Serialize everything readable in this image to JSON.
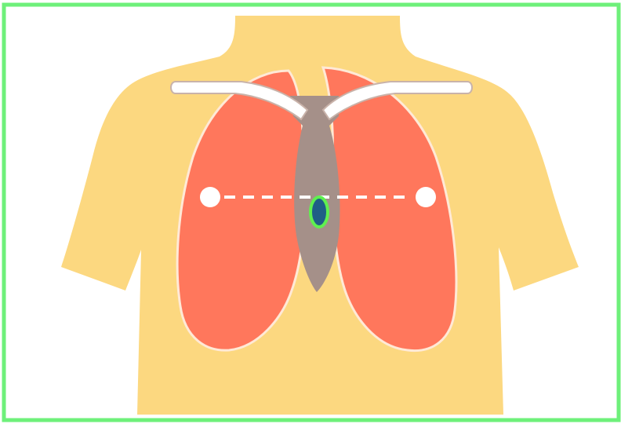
{
  "diagram": {
    "subject": "chest-compression-hand-placement",
    "colors": {
      "frame_border": "#6ef07a",
      "background": "#ffffff",
      "torso": "#fcd880",
      "lungs": "#ff775c",
      "lung_outline": "#ffe9d6",
      "sternum": "#a59089",
      "clavicle_fill": "#ffffff",
      "clavicle_stroke": "#c9b3aa",
      "nipple_line": "#ffffff",
      "target_fill": "#1f5f86",
      "target_ring": "#5ff04f"
    },
    "parts": {
      "torso": "torso",
      "lungs": [
        "left-lung",
        "right-lung"
      ],
      "sternum": "sternum",
      "clavicles": [
        "left-clavicle",
        "right-clavicle"
      ],
      "nipples": [
        "left-nipple",
        "right-nipple"
      ],
      "nipple_line": "dashed-line",
      "target": "compression-point"
    }
  }
}
